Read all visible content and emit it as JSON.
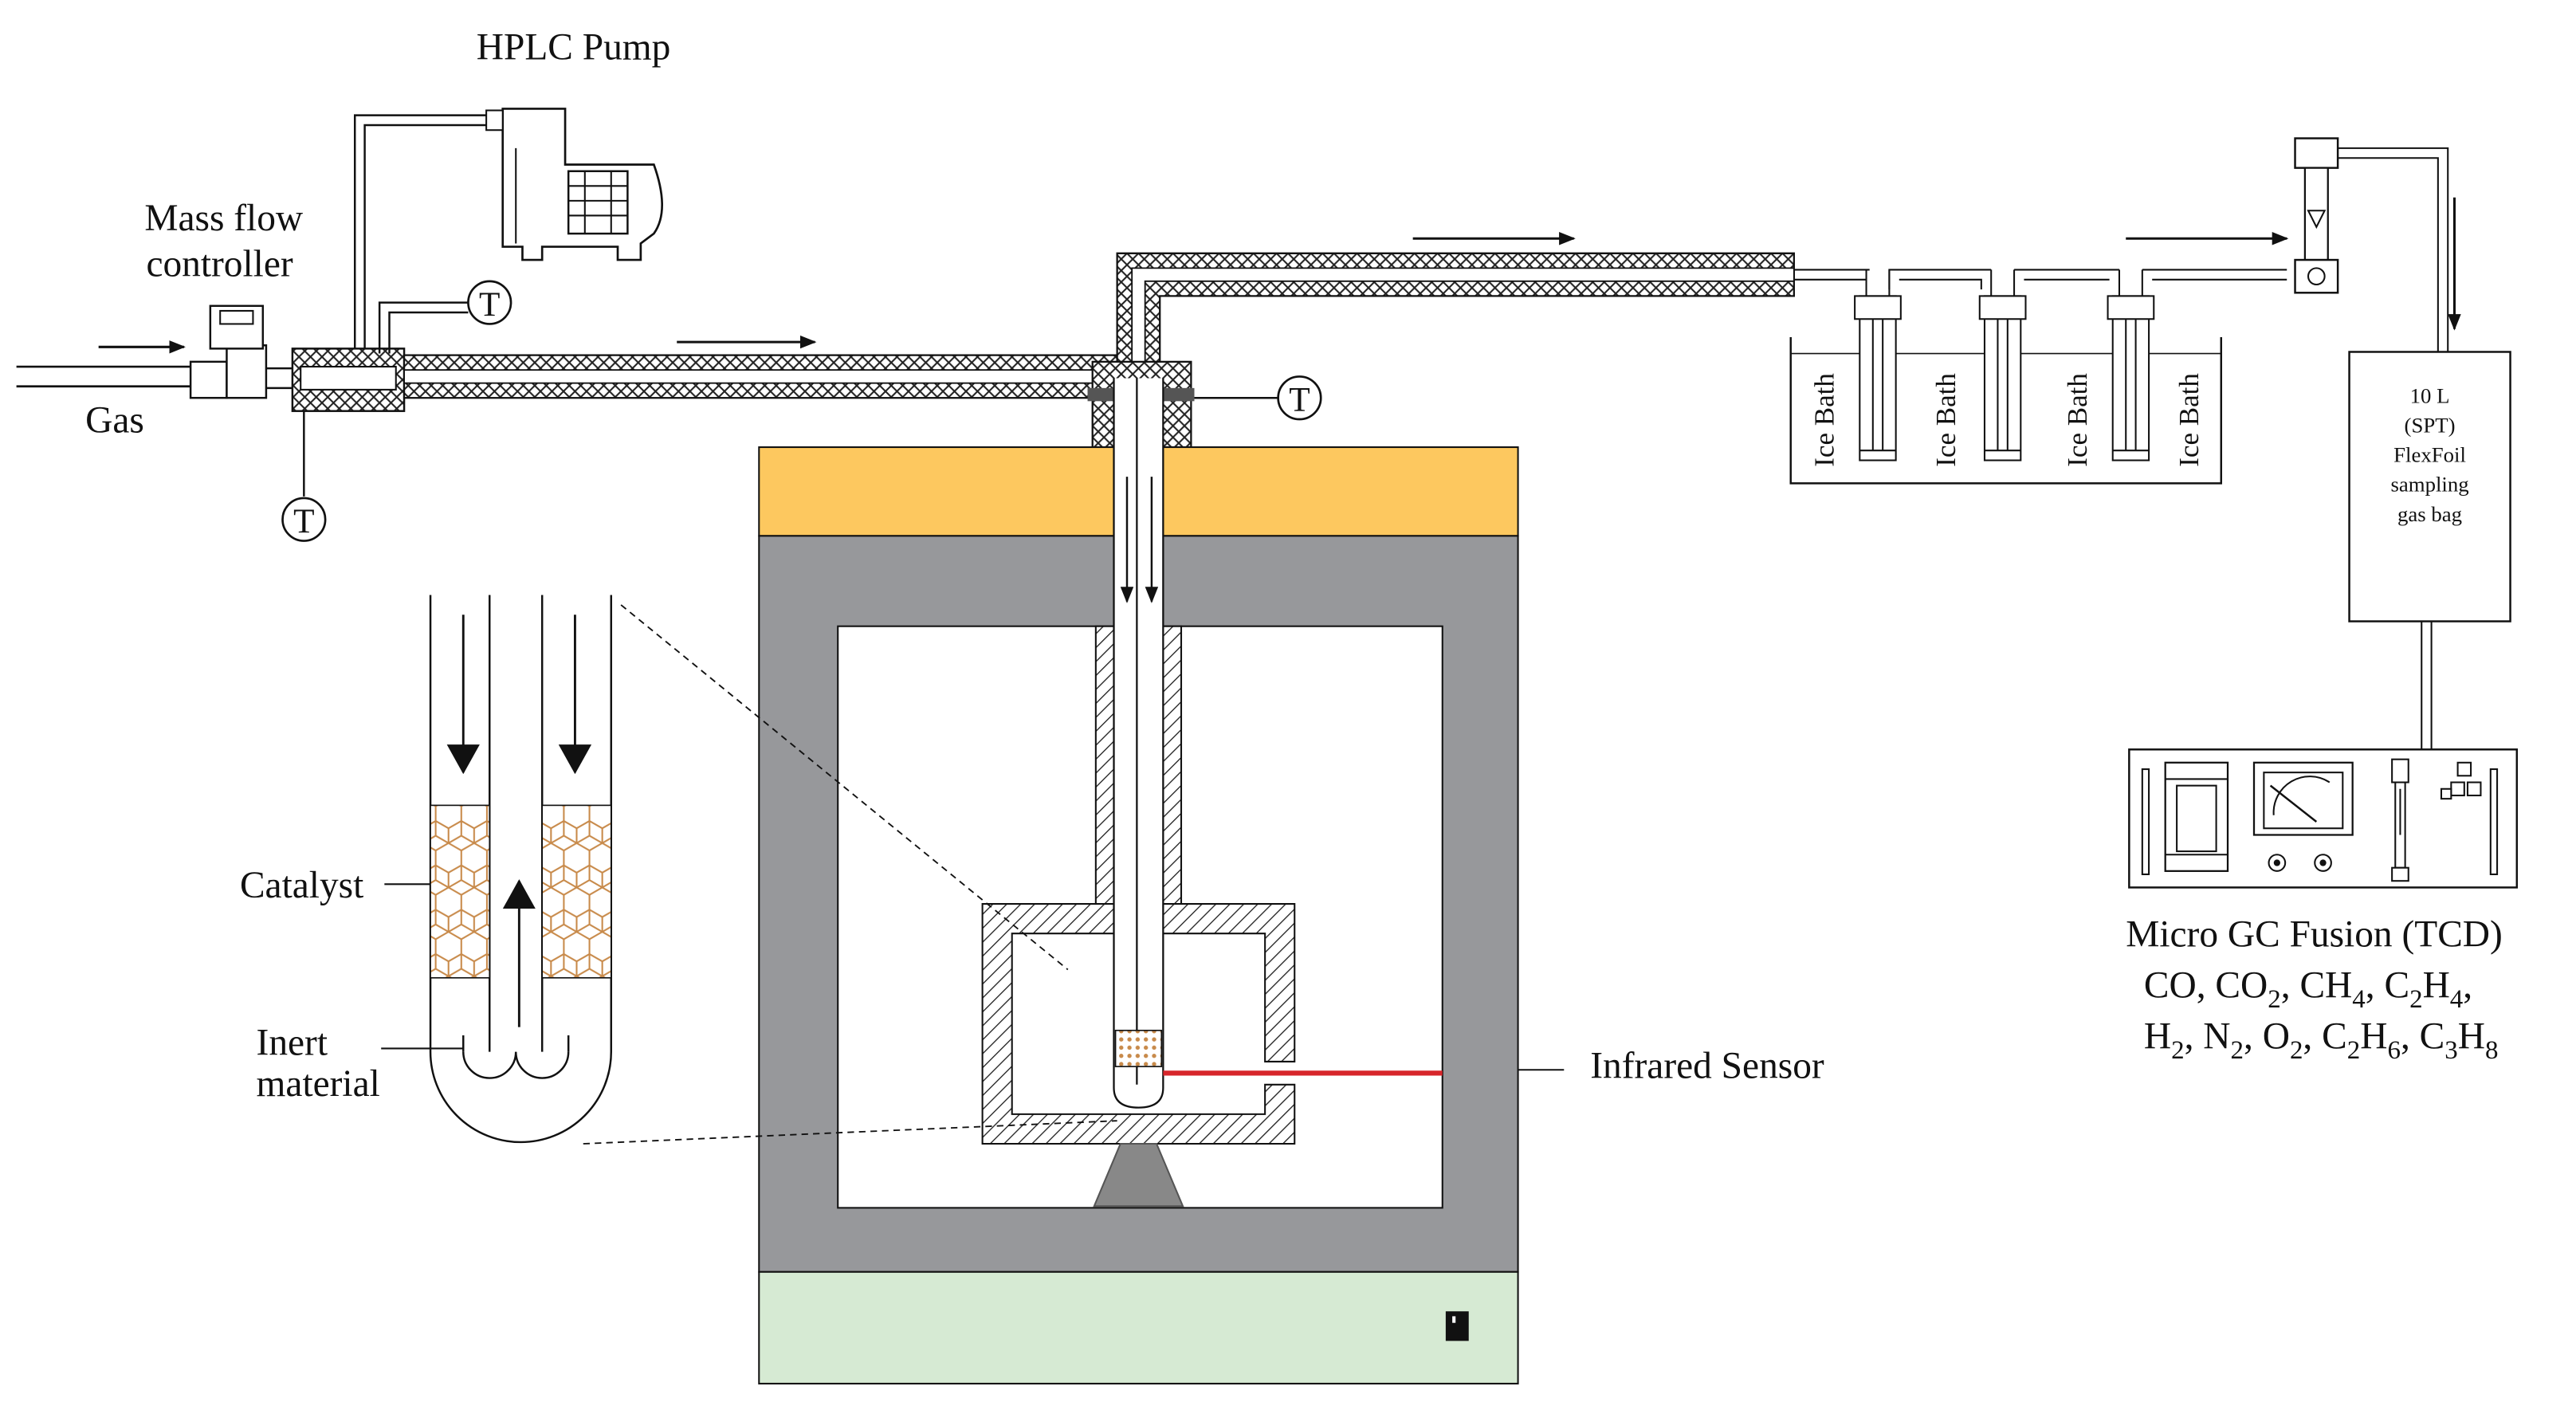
{
  "labels": {
    "hplc_pump": "HPLC Pump",
    "mass_flow_1": "Mass flow",
    "mass_flow_2": "controller",
    "gas": "Gas",
    "catalyst": "Catalyst",
    "inert_1": "Inert",
    "inert_2": "material",
    "infrared": "Infrared Sensor",
    "ice_bath": "Ice Bath",
    "thermo": "T",
    "gas_bag": [
      "10 L",
      "(SPT)",
      "FlexFoil",
      "sampling",
      "gas bag"
    ],
    "gc_title": "Micro GC Fusion (TCD)",
    "gc_line1": [
      {
        "t": "CO, CO",
        "s": ""
      },
      {
        "t": "2",
        "s": "sub"
      },
      {
        "t": ", CH",
        "s": ""
      },
      {
        "t": "4",
        "s": "sub"
      },
      {
        "t": ", C",
        "s": ""
      },
      {
        "t": "2",
        "s": "sub"
      },
      {
        "t": "H",
        "s": ""
      },
      {
        "t": "4",
        "s": "sub"
      },
      {
        "t": ",",
        "s": ""
      }
    ],
    "gc_line2": [
      {
        "t": "H",
        "s": ""
      },
      {
        "t": "2",
        "s": "sub"
      },
      {
        "t": ", N",
        "s": ""
      },
      {
        "t": "2",
        "s": "sub"
      },
      {
        "t": ", O",
        "s": ""
      },
      {
        "t": "2",
        "s": "sub"
      },
      {
        "t": ", C",
        "s": ""
      },
      {
        "t": "2",
        "s": "sub"
      },
      {
        "t": "H",
        "s": ""
      },
      {
        "t": "6",
        "s": "sub"
      },
      {
        "t": ", C",
        "s": ""
      },
      {
        "t": "3",
        "s": "sub"
      },
      {
        "t": "H",
        "s": ""
      },
      {
        "t": "8",
        "s": "sub"
      }
    ]
  },
  "colors": {
    "furnace_top": "#fdc85f",
    "furnace_body": "#97989b",
    "furnace_base": "#d6ead3",
    "sensor_beam": "#d7262b",
    "catalyst_bed": "#c88a4a",
    "line": "#1a1a1a"
  }
}
